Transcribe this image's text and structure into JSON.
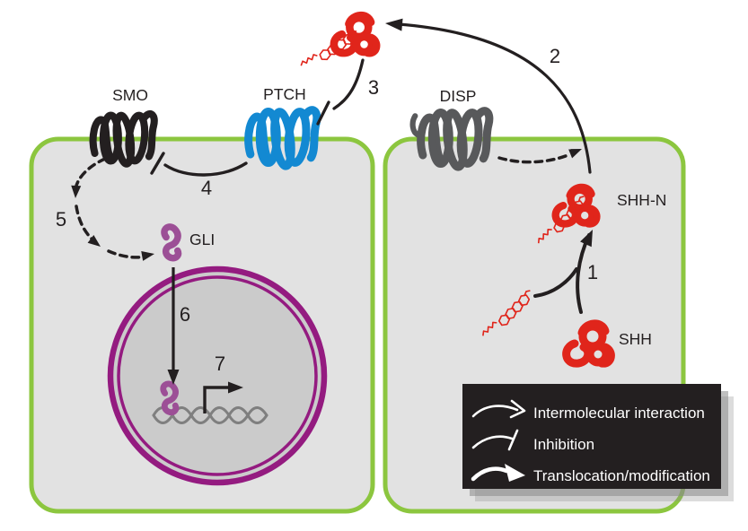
{
  "colors": {
    "membrane_green": "#8CC63F",
    "cell_fill": "#E2E2E2",
    "nucleus_fill": "#CBCBCB",
    "nucleus_ring": "#941B80",
    "gli_purple": "#9C4F96",
    "ptch_blue": "#1389D2",
    "shh_red": "#E0251B",
    "disp_gray": "#58595B",
    "black": "#231F20",
    "dna_gray": "#7F7F7F",
    "legend_bg": "#231F20",
    "legend_shadow": "#8A8A8A",
    "legend_text": "#FFFFFF"
  },
  "proteins": {
    "smo": "SMO",
    "ptch": "PTCH",
    "disp": "DISP",
    "gli": "GLI",
    "shh_n": "SHH-N",
    "shh": "SHH"
  },
  "steps": {
    "n1": "1",
    "n2": "2",
    "n3": "3",
    "n4": "4",
    "n5": "5",
    "n6": "6",
    "n7": "7"
  },
  "legend": {
    "items": [
      {
        "label": "Intermolecular interaction",
        "symbol": "thin-open-arrow"
      },
      {
        "label": "Inhibition",
        "symbol": "thin-bar-end-arrow"
      },
      {
        "label": "Translocation/modification",
        "symbol": "thick-solid-arrow"
      }
    ]
  }
}
